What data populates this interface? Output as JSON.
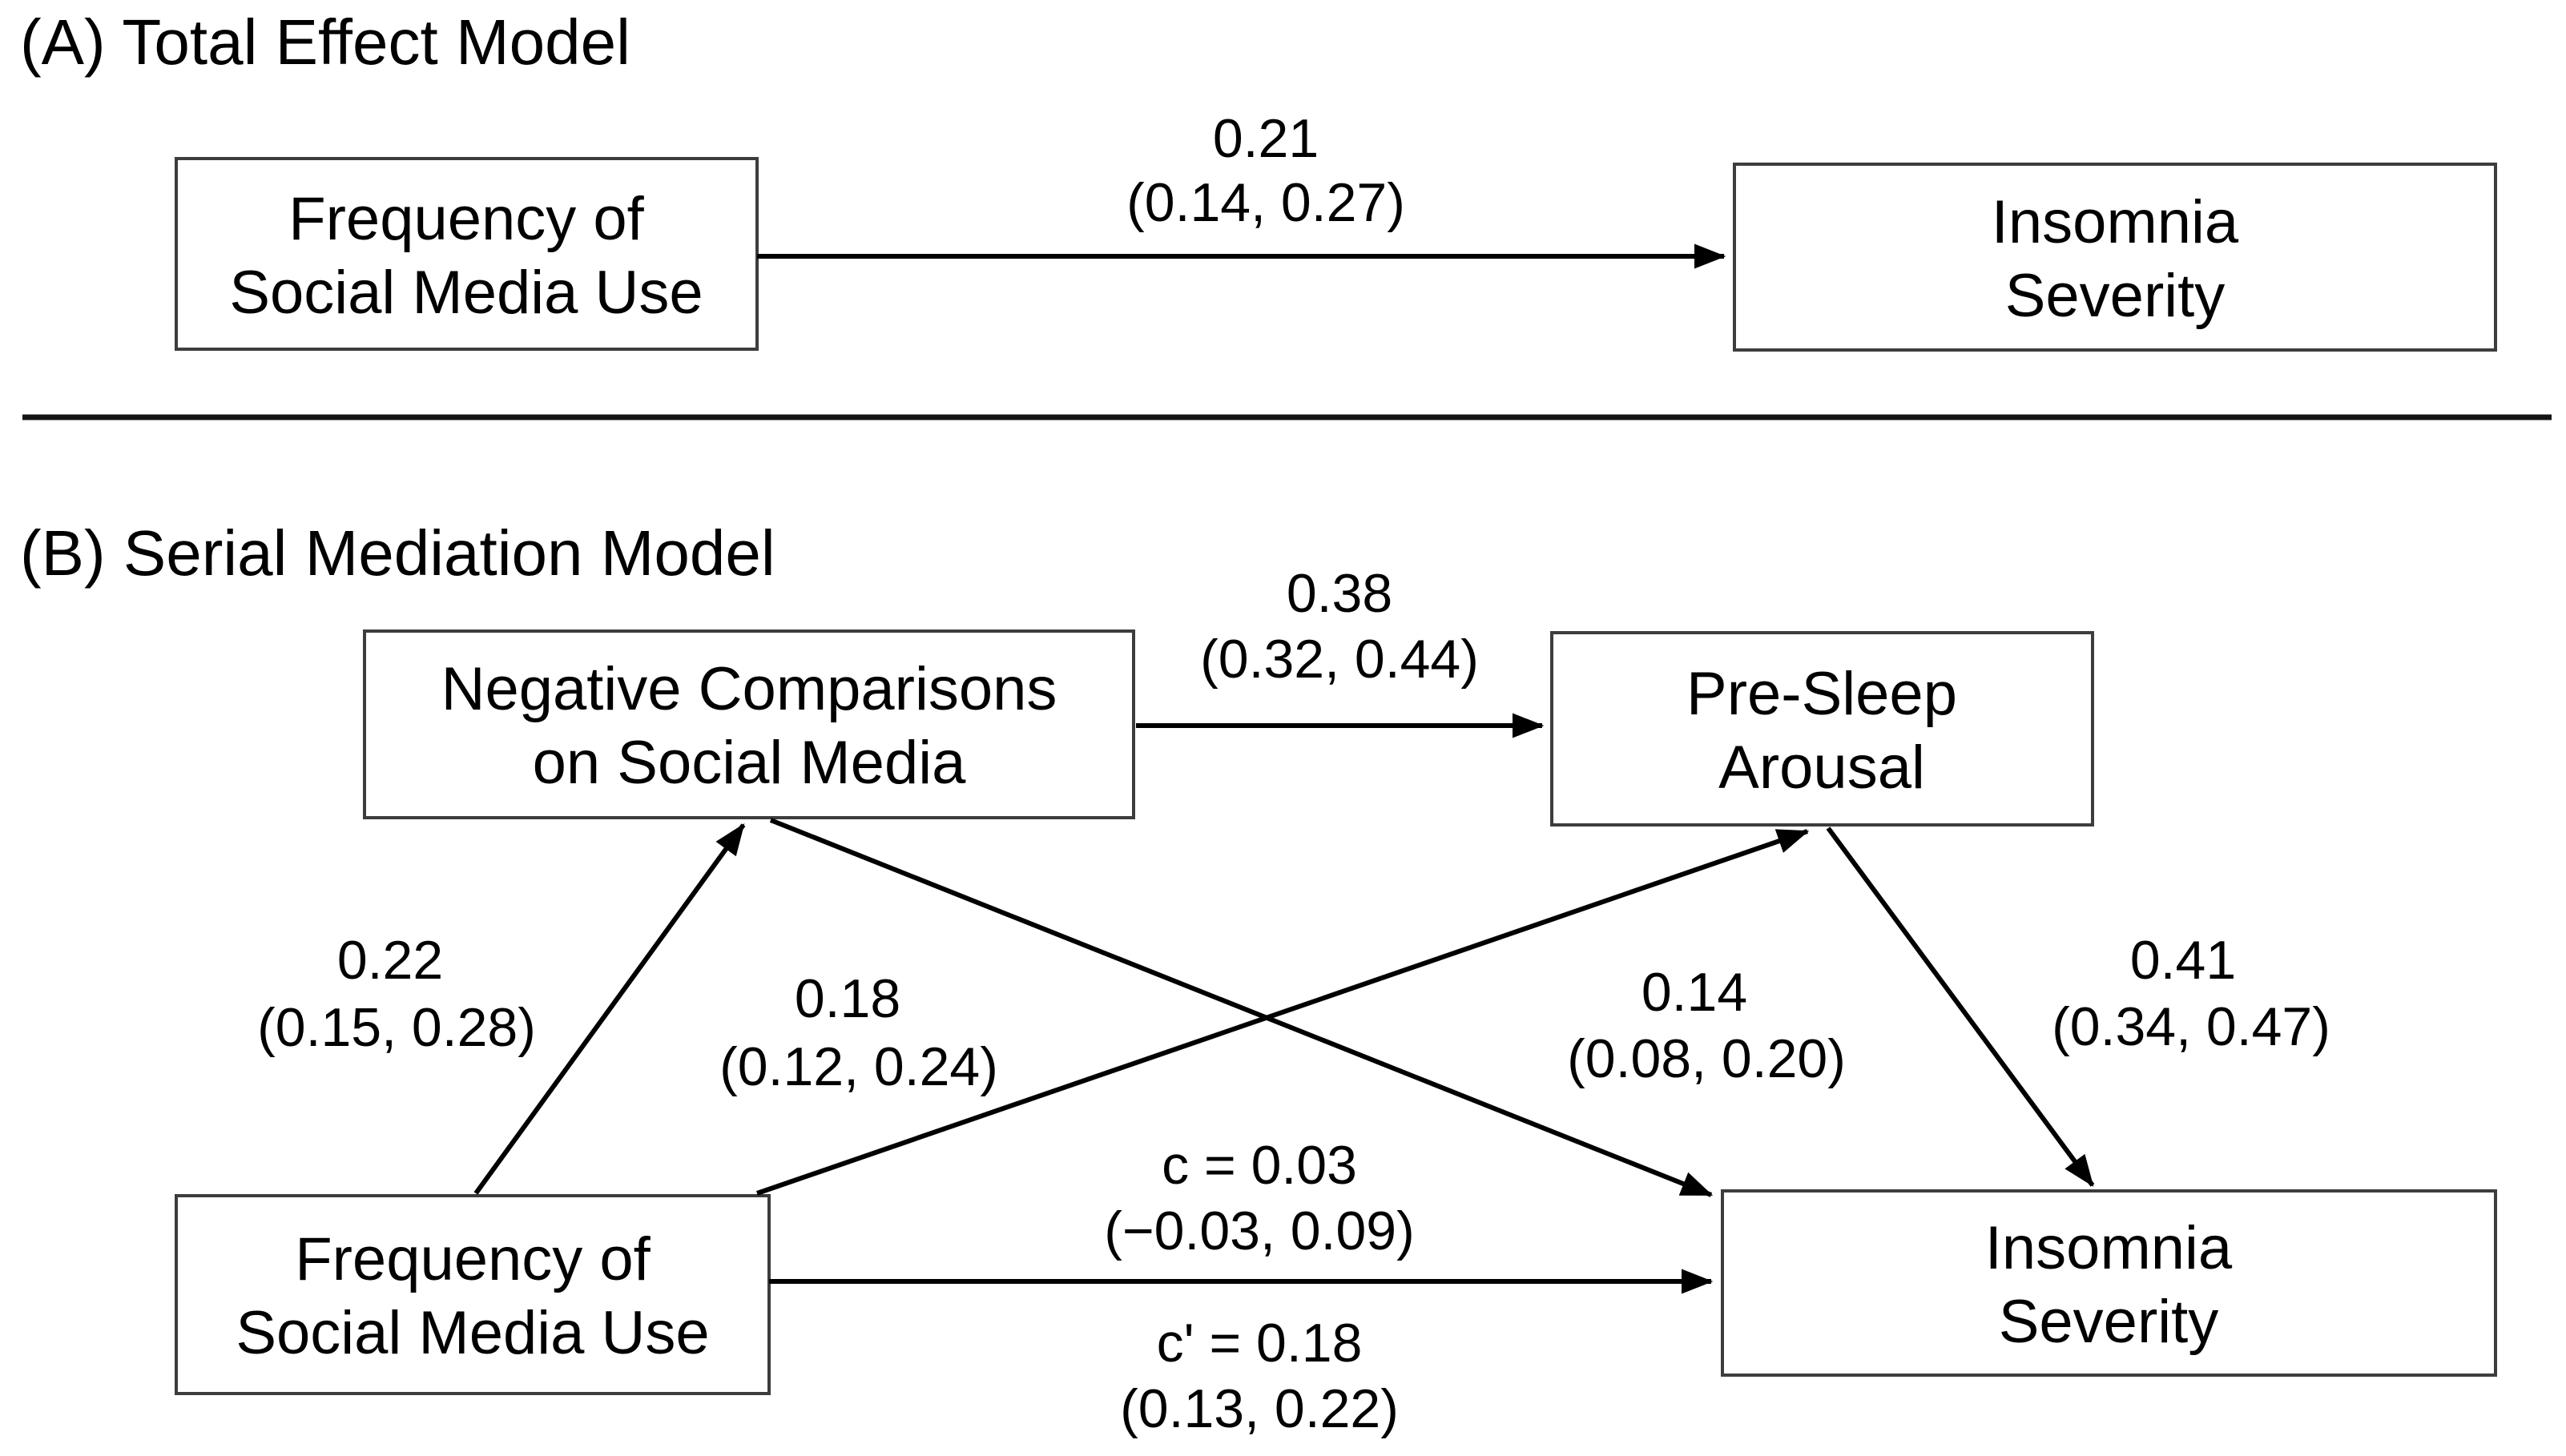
{
  "figure": {
    "type": "path-diagram",
    "background": "#ffffff",
    "ink_color": "#000000",
    "box_border_color": "#3d3d3d"
  },
  "panel_a": {
    "title": "(A) Total Effect Model",
    "boxes": {
      "frequency_social_media_use": {
        "line1": "Frequency of",
        "line2": "Social Media Use"
      },
      "insomnia_severity": {
        "line1": "Insomnia",
        "line2": "Severity"
      }
    },
    "paths": {
      "total_effect": {
        "estimate": "0.21",
        "ci": "(0.14, 0.27)"
      }
    }
  },
  "panel_b": {
    "title": "(B) Serial Mediation Model",
    "boxes": {
      "negative_comparisons": {
        "line1": "Negative Comparisons",
        "line2": "on Social Media"
      },
      "pre_sleep_arousal": {
        "line1": "Pre-Sleep",
        "line2": "Arousal"
      },
      "frequency_social_media_use": {
        "line1": "Frequency of",
        "line2": "Social Media Use"
      },
      "insomnia_severity": {
        "line1": "Insomnia",
        "line2": "Severity"
      }
    },
    "paths": {
      "nc_to_psa": {
        "estimate": "0.38",
        "ci": "(0.32, 0.44)"
      },
      "fsmu_to_nc": {
        "estimate": "0.22",
        "ci": "(0.15, 0.28)"
      },
      "fsmu_to_psa": {
        "estimate": "0.18",
        "ci": "(0.12, 0.24)"
      },
      "nc_to_insomnia": {
        "estimate": "0.14",
        "ci": "(0.08, 0.20)"
      },
      "psa_to_insomnia": {
        "estimate": "0.41",
        "ci": "(0.34, 0.47)"
      },
      "total_effect": {
        "estimate": "c = 0.03",
        "ci": "(−0.03, 0.09)"
      },
      "direct_effect": {
        "estimate": "c' = 0.18",
        "ci": "(0.13, 0.22)"
      }
    }
  }
}
